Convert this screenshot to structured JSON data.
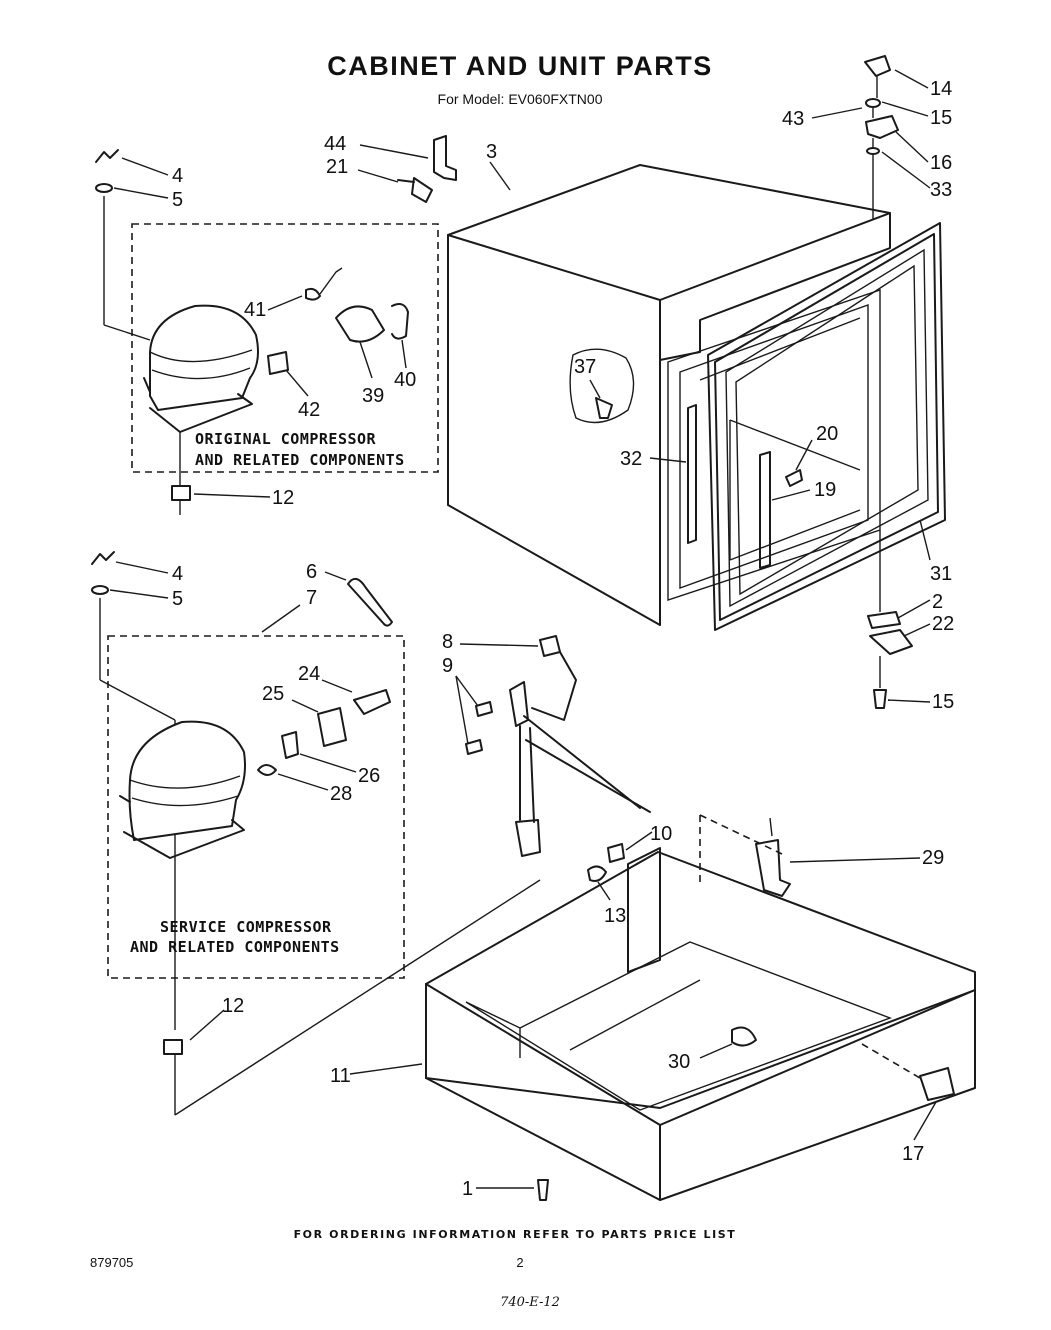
{
  "title": "CABINET AND UNIT PARTS",
  "subtitle": "For Model: EV060FXTN00",
  "groups": {
    "original": [
      "ORIGINAL COMPRESSOR",
      "AND RELATED COMPONENTS"
    ],
    "service": [
      "SERVICE COMPRESSOR",
      "AND RELATED COMPONENTS"
    ]
  },
  "callouts": [
    {
      "id": "c44a",
      "label": "44"
    },
    {
      "id": "c21",
      "label": "21"
    },
    {
      "id": "c3",
      "label": "3"
    },
    {
      "id": "c14",
      "label": "14"
    },
    {
      "id": "c43",
      "label": "43"
    },
    {
      "id": "c15a",
      "label": "15"
    },
    {
      "id": "c16",
      "label": "16"
    },
    {
      "id": "c33",
      "label": "33"
    },
    {
      "id": "c4a",
      "label": "4"
    },
    {
      "id": "c5a",
      "label": "5"
    },
    {
      "id": "c41",
      "label": "41"
    },
    {
      "id": "c42",
      "label": "42"
    },
    {
      "id": "c39",
      "label": "39"
    },
    {
      "id": "c40",
      "label": "40"
    },
    {
      "id": "c37",
      "label": "37"
    },
    {
      "id": "c20",
      "label": "20"
    },
    {
      "id": "c32",
      "label": "32"
    },
    {
      "id": "c19",
      "label": "19"
    },
    {
      "id": "c12a",
      "label": "12"
    },
    {
      "id": "c31",
      "label": "31"
    },
    {
      "id": "c4b",
      "label": "4"
    },
    {
      "id": "c5b",
      "label": "5"
    },
    {
      "id": "c6",
      "label": "6"
    },
    {
      "id": "c7",
      "label": "7"
    },
    {
      "id": "c2",
      "label": "2"
    },
    {
      "id": "c22",
      "label": "22"
    },
    {
      "id": "c8",
      "label": "8"
    },
    {
      "id": "c9",
      "label": "9"
    },
    {
      "id": "c24",
      "label": "24"
    },
    {
      "id": "c25",
      "label": "25"
    },
    {
      "id": "c15b",
      "label": "15"
    },
    {
      "id": "c26",
      "label": "26"
    },
    {
      "id": "c28",
      "label": "28"
    },
    {
      "id": "c10",
      "label": "10"
    },
    {
      "id": "c29",
      "label": "29"
    },
    {
      "id": "c13",
      "label": "13"
    },
    {
      "id": "c12b",
      "label": "12"
    },
    {
      "id": "c11",
      "label": "11"
    },
    {
      "id": "c30",
      "label": "30"
    },
    {
      "id": "c17",
      "label": "17"
    },
    {
      "id": "c1",
      "label": "1"
    }
  ],
  "footer": "FOR ORDERING INFORMATION REFER TO PARTS PRICE LIST",
  "doc_number": "879705",
  "page_number": "2",
  "handwritten_code": "740-E-12"
}
